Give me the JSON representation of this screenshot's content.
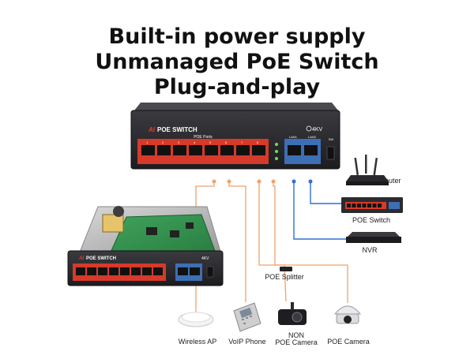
{
  "headline": {
    "line1": "Built-in power supply",
    "line2": "Unmanaged PoE Switch",
    "line3": "Plug-and-play"
  },
  "switch_front": {
    "brand_mark": "AI",
    "brand_text": "POE SWITCH",
    "ports_caption": "POE Ports",
    "port_numbers": [
      "1",
      "2",
      "3",
      "4",
      "5",
      "6",
      "7",
      "8"
    ],
    "uplink_labels": [
      "LAN1",
      "LAN2"
    ],
    "surge_badge": "4KV",
    "button_label": "SW"
  },
  "colors": {
    "chassis": "#2b2b2f",
    "poe_band": "#d63a2a",
    "uplink_band": "#3c6fb4",
    "poe_line": "#f0a26c",
    "uplink_line": "#2f6fd0"
  },
  "devices": {
    "router": "Router",
    "poe_switch": "POE Switch",
    "nvr": "NVR",
    "splitter": "POE Splitter",
    "wireless_ap": "Wireless AP",
    "voip_phone": "VoIP Phone",
    "non_poe_camera": [
      "NON",
      "POE Camera"
    ],
    "poe_camera": "POE Camera"
  }
}
